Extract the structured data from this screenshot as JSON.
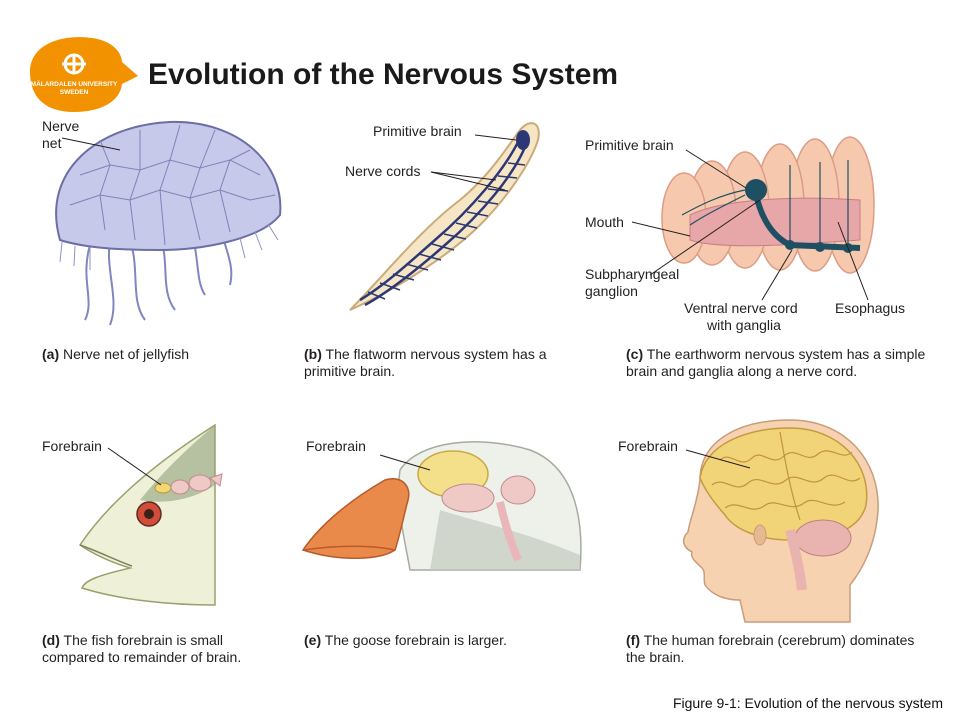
{
  "title": "Evolution of the Nervous System",
  "logo": {
    "line1": "MÄLARDALEN UNIVERSITY",
    "line2": "SWEDEN",
    "color": "#f39200"
  },
  "panels": {
    "a": {
      "labels": {
        "nerve": "Nerve",
        "net": "net"
      },
      "caption_letter": "(a)",
      "caption_text": "Nerve net of jellyfish"
    },
    "b": {
      "labels": {
        "primitive_brain": "Primitive brain",
        "nerve_cords": "Nerve cords"
      },
      "caption_letter": "(b)",
      "caption_text": "The flatworm nervous system has a primitive brain."
    },
    "c": {
      "labels": {
        "primitive_brain": "Primitive brain",
        "mouth": "Mouth",
        "subpharyngeal_1": "Subpharyngeal",
        "subpharyngeal_2": "ganglion",
        "ventral_1": "Ventral nerve cord",
        "ventral_2": "with ganglia",
        "esophagus": "Esophagus"
      },
      "caption_letter": "(c)",
      "caption_text": "The earthworm nervous system has a simple brain and ganglia along a nerve cord."
    },
    "d": {
      "labels": {
        "forebrain": "Forebrain"
      },
      "caption_letter": "(d)",
      "caption_text": "The fish forebrain is small compared to remainder of brain."
    },
    "e": {
      "labels": {
        "forebrain": "Forebrain"
      },
      "caption_letter": "(e)",
      "caption_text": "The goose forebrain is larger."
    },
    "f": {
      "labels": {
        "forebrain": "Forebrain"
      },
      "caption_letter": "(f)",
      "caption_text": "The human forebrain (cerebrum) dominates the brain."
    }
  },
  "figure_caption": "Figure 9-1: Evolution of the nervous system"
}
